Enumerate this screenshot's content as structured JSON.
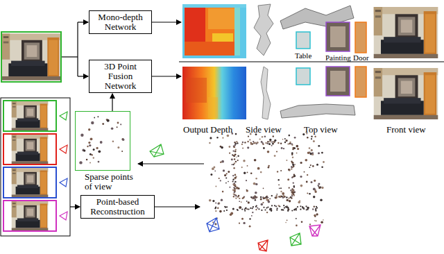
{
  "diagram": {
    "nodes": [
      {
        "text": [
          "Mono-depth Network"
        ]
      },
      {
        "text": [
          "3D Point Fusion Network"
        ]
      },
      {
        "text": [
          "Sparse points of view"
        ]
      },
      {
        "text": [
          "Point-based Reconstruction"
        ]
      }
    ],
    "edges": [
      {
        "from": 2,
        "to": 1,
        "arrow": "to"
      }
    ],
    "labels": [
      "Output Depth",
      "Side view",
      "Top view",
      "Front view",
      "Table",
      "Painting",
      "Door"
    ]
  }
}
